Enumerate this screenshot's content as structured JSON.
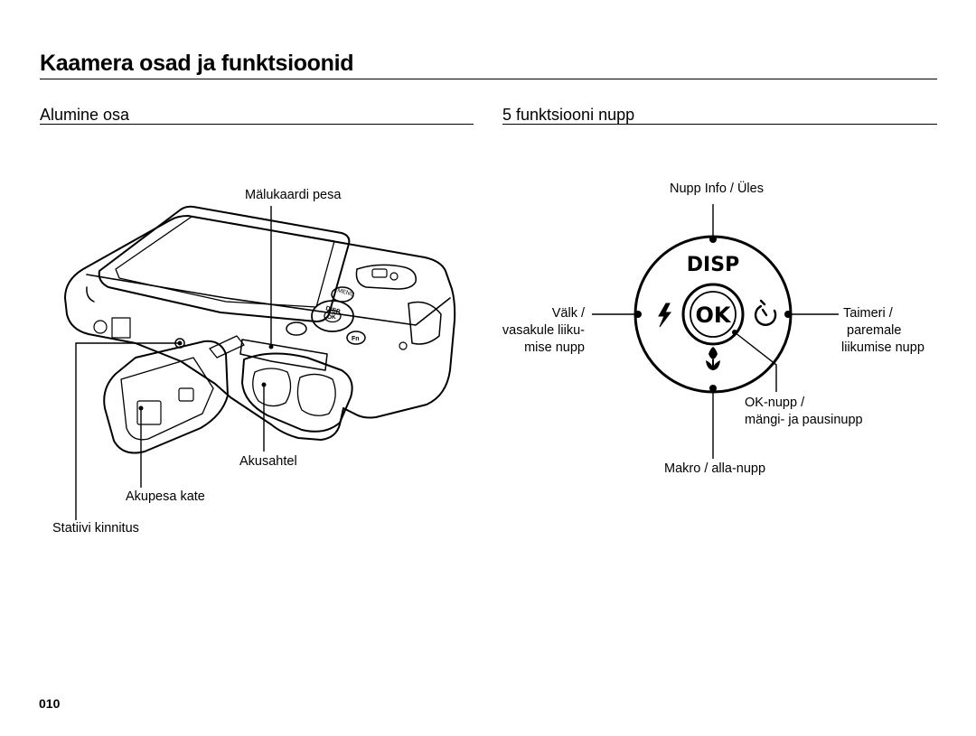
{
  "page": {
    "title": "Kaamera osad ja funktsioonid",
    "page_number": "010"
  },
  "bottom_section": {
    "heading": "Alumine osa",
    "labels": {
      "memory_card_slot": "Mälukaardi pesa",
      "battery_chamber": "Akusahtel",
      "battery_cover": "Akupesa kate",
      "tripod_mount": "Statiivi kinnitus"
    },
    "camera_markings": {
      "menu": "MENU",
      "disp": "DISP",
      "ok": "OK",
      "fn": "Fn"
    }
  },
  "five_function_section": {
    "heading": "5 funktsiooni nupp",
    "labels": {
      "info_up": "Nupp Info / Üles",
      "flash_left_line1": "Välk /",
      "flash_left_line2": "vasakule liiku-",
      "flash_left_line3": "mise nupp",
      "timer_right_line1": "Taimeri /",
      "timer_right_line2": "paremale",
      "timer_right_line3": "liikumise nupp",
      "ok_line1": "OK-nupp /",
      "ok_line2": "mängi- ja pausinupp",
      "macro_down": "Makro / alla-nupp"
    },
    "button_glyphs": {
      "disp": "DISP",
      "ok": "OK"
    }
  }
}
